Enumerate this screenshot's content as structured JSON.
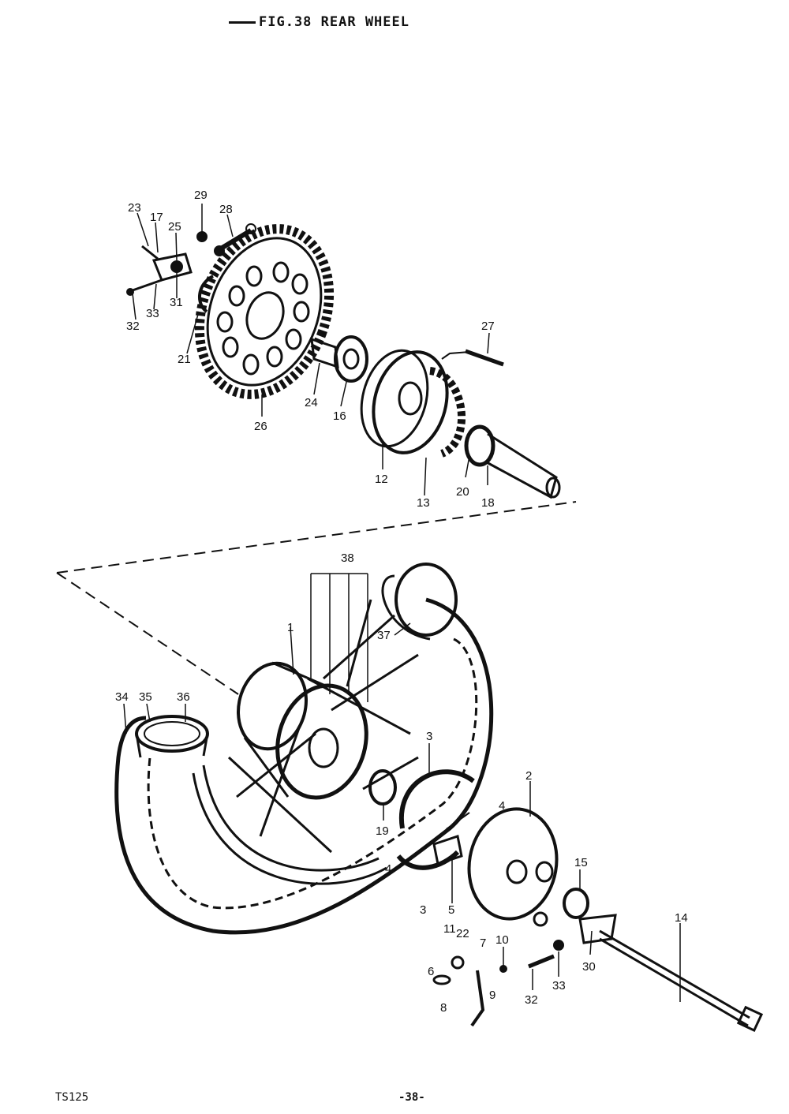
{
  "header": {
    "figure_title": "FIG.38  REAR WHEEL"
  },
  "footer": {
    "model": "TS125",
    "page_number": "-38-"
  },
  "callouts": [
    "1",
    "2",
    "3",
    "3",
    "4",
    "4",
    "5",
    "6",
    "7",
    "8",
    "9",
    "10",
    "11",
    "12",
    "13",
    "14",
    "15",
    "16",
    "17",
    "18",
    "19",
    "20",
    "21",
    "22",
    "23",
    "24",
    "25",
    "26",
    "27",
    "28",
    "29",
    "30",
    "31",
    "32",
    "32",
    "33",
    "33",
    "34",
    "35",
    "36",
    "37",
    "38"
  ],
  "colors": {
    "ink": "#111111",
    "paper": "#ffffff"
  }
}
